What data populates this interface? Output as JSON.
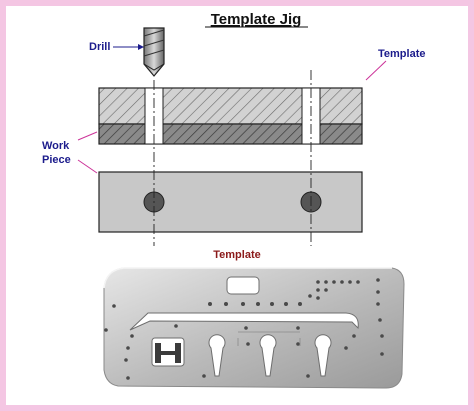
{
  "title": "Template Jig",
  "labels": {
    "drill": "Drill",
    "template": "Template",
    "work_piece_line1": "Work",
    "work_piece_line2": "Piece",
    "photo_caption": "Template"
  },
  "colors": {
    "frame_border": "#f4c6e3",
    "label_text": "#1c1c8c",
    "photo_caption": "#8b1a1a",
    "leader_line": "#cc3399",
    "template_fill": "#c8c8c8",
    "workpiece_fill": "#8a8a8a",
    "hole_fill": "#555555"
  }
}
